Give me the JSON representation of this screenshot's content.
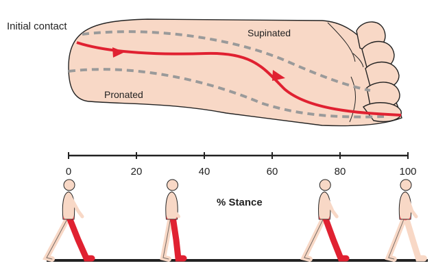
{
  "labels": {
    "initial_contact": "Initial contact",
    "supinated": "Supinated",
    "pronated": "Pronated",
    "axis_title": "% Stance"
  },
  "axis": {
    "ticks": [
      "0",
      "20",
      "40",
      "60",
      "80",
      "100"
    ]
  },
  "figures": [
    {
      "stance_percent": 0
    },
    {
      "stance_percent": 30
    },
    {
      "stance_percent": 75
    },
    {
      "stance_percent": 100
    }
  ],
  "colors": {
    "skin": "#f8d8c6",
    "outline": "#222222",
    "path": "#e02131",
    "boundary": "#9a9a9a",
    "muscle": "#e02131"
  }
}
